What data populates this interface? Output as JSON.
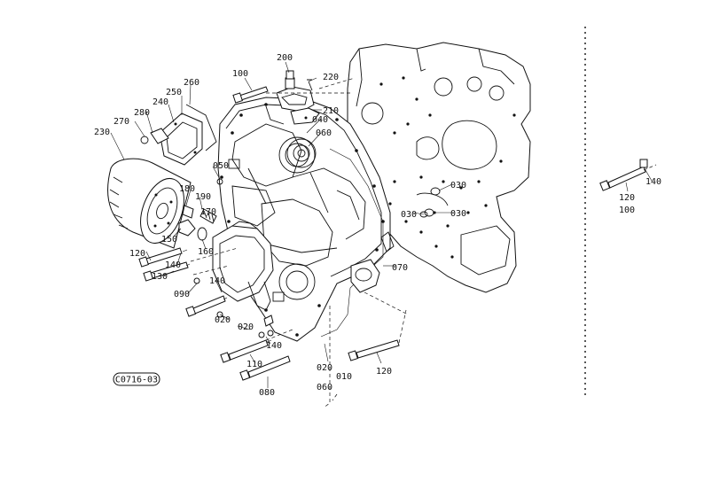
{
  "diagram_code": "C0716-03",
  "callouts": {
    "p010": "010",
    "p020a": "020",
    "p020b": "020",
    "p020c": "020",
    "p030a": "030",
    "p030b": "030",
    "p030c": "030",
    "p040": "040",
    "p050": "050",
    "p060a": "060",
    "p060b": "060",
    "p070": "070",
    "p080": "080",
    "p090": "090",
    "p100a": "100",
    "p100b": "100",
    "p110": "110",
    "p120a": "120",
    "p120b": "120",
    "p120c": "120",
    "p130": "130",
    "p140a": "140",
    "p140b": "140",
    "p140c": "140",
    "p140d": "140",
    "p150": "150",
    "p160": "160",
    "p170": "170",
    "p180": "180",
    "p190": "190",
    "p200": "200",
    "p210": "210",
    "p220": "220",
    "p230": "230",
    "p240": "240",
    "p250": "250",
    "p260": "260",
    "p270": "270",
    "p280": "280"
  }
}
